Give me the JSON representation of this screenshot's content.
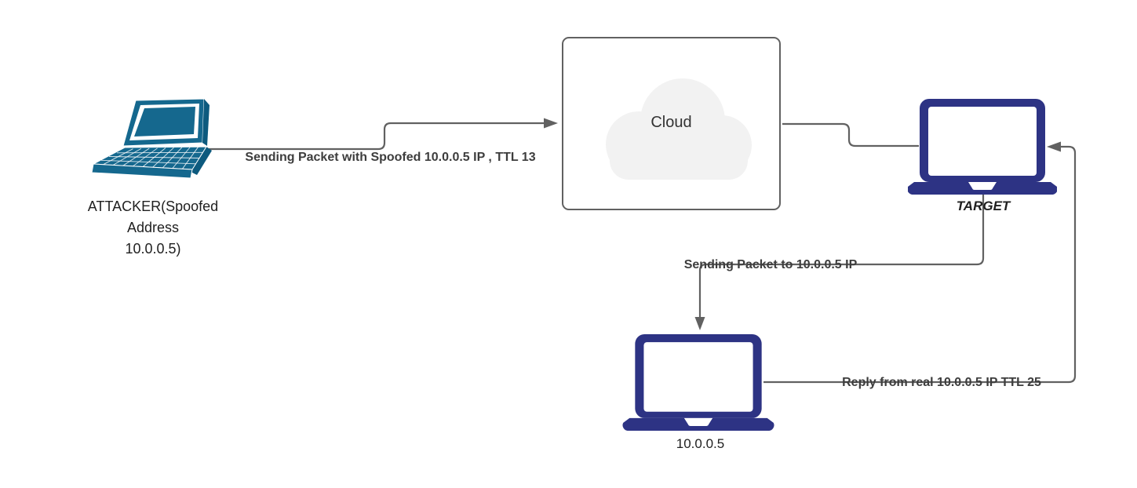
{
  "colors": {
    "laptop_teal": "#15688e",
    "laptop_teal_dark": "#0d5a7e",
    "laptop_navy": "#2d3384",
    "connector_gray": "#616161",
    "box_border": "#616161",
    "cloud_fill": "#f2f2f2",
    "cloud_text": "#333333",
    "flow_text": "#3d3d3d",
    "node_text": "#1f1f1f"
  },
  "diagram": {
    "attacker": {
      "label": "ATTACKER(Spoofed\nAddress\n10.0.0.5)"
    },
    "cloud": {
      "label": "Cloud"
    },
    "target": {
      "label": "TARGET"
    },
    "real_host": {
      "label": "10.0.0.5"
    },
    "flows": {
      "attacker_to_cloud": "Sending Packet with Spoofed 10.0.0.5 IP , TTL 13",
      "target_to_host": "Sending Packet to 10.0.0.5 IP",
      "host_to_target": "Reply from real 10.0.0.5 IP TTL 25"
    }
  }
}
